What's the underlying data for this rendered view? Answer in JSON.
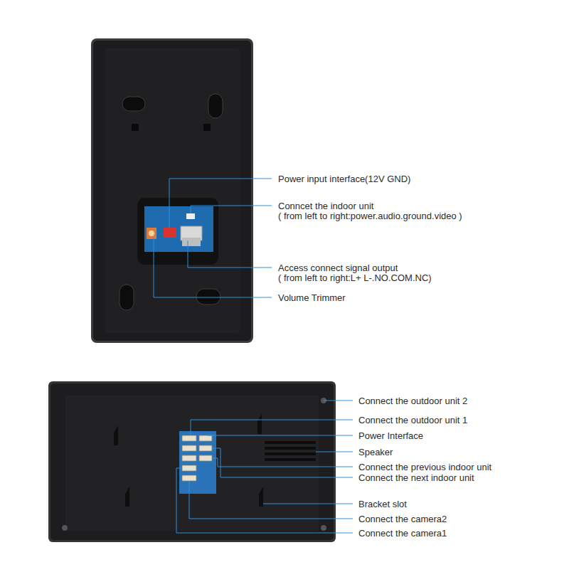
{
  "diagram": {
    "labels": [
      "Power input interface(12V GND)",
      "Conncet the indoor unit",
      "( from left to right:power.audio.ground.video )",
      "Access connect signal output",
      "( from left to right:L+ L-.NO.COM.NC)",
      "Volume Trimmer",
      "Connect the outdoor unit 2",
      "Connect the outdoor unit 1",
      "Power Interface",
      "Speaker",
      "Connect the previous indoor unit",
      "Connect the next indoor unit",
      "Bracket slot",
      "Connect the camera2",
      "Connect the camera1"
    ]
  }
}
